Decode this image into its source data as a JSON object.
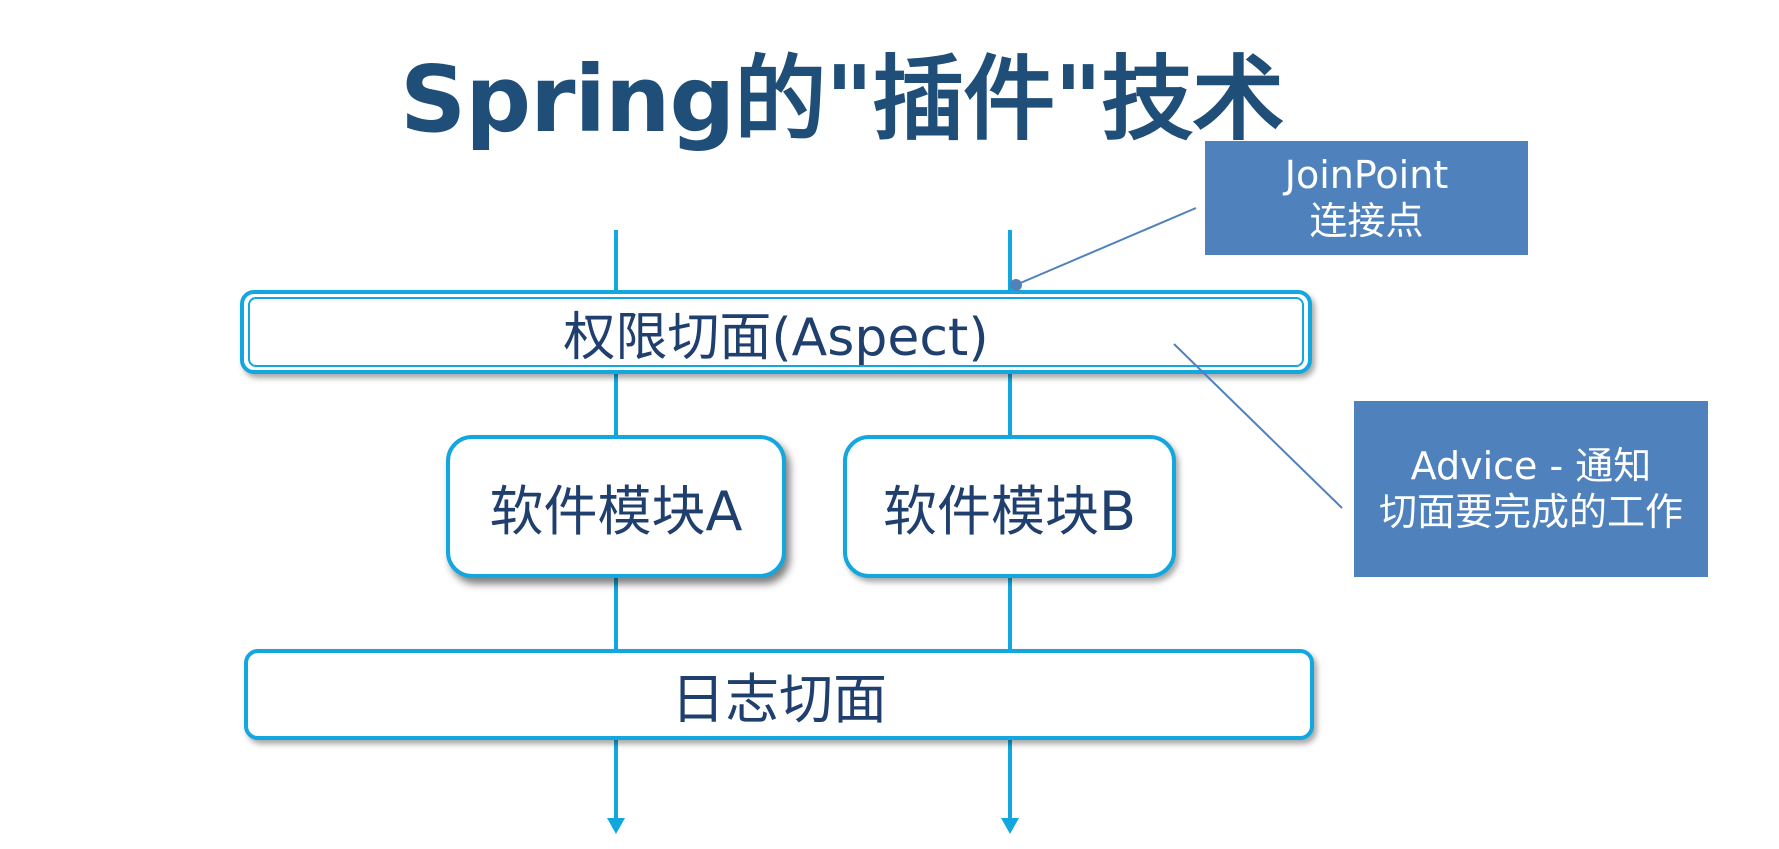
{
  "title": "Spring的\"插件\"技术",
  "colors": {
    "title": "#1f4e79",
    "flow_line": "#12a7df",
    "box_border": "#12a7df",
    "box_text": "#1f3f6e",
    "callout_fill": "#4f81bd",
    "callout_text": "#ffffff",
    "leader_line": "#4f81bd"
  },
  "boxes": {
    "aspect": "权限切面(Aspect)",
    "module_a": "软件模块A",
    "module_b": "软件模块B",
    "log_aspect": "日志切面"
  },
  "callouts": {
    "joinpoint": {
      "line1": "JoinPoint",
      "line2": "连接点"
    },
    "advice": {
      "line1": "Advice - 通知",
      "line2": "切面要完成的工作"
    }
  }
}
